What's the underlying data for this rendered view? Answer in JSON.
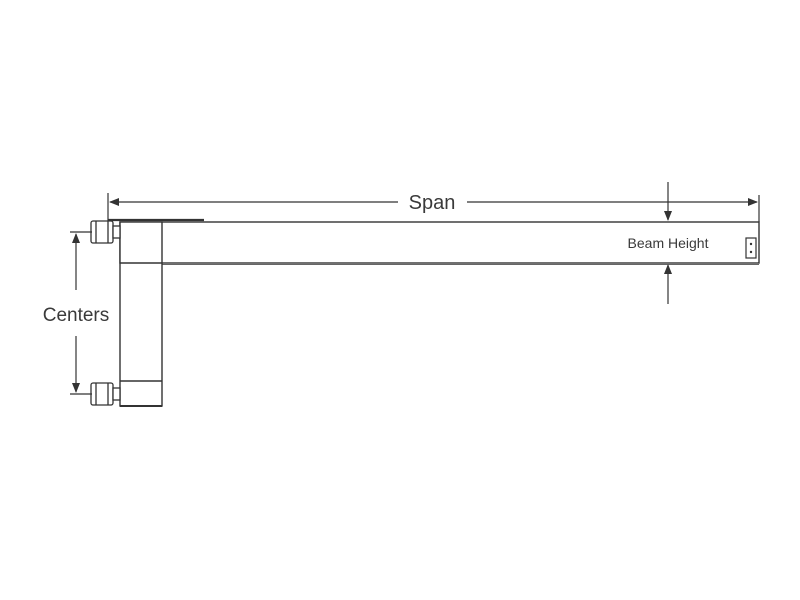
{
  "labels": {
    "span": "Span",
    "centers": "Centers",
    "beam_height": "Beam Height"
  },
  "colors": {
    "line": "#333333",
    "fill": "#ffffff",
    "text": "#3a3a3a"
  }
}
